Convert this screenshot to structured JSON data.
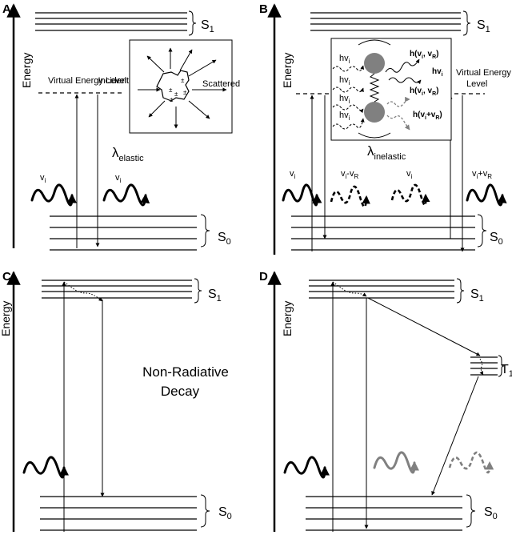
{
  "panels": {
    "A": {
      "label": "A",
      "axis": "Energy",
      "s1": "S",
      "s1_sub": "1",
      "s0": "S",
      "s0_sub": "0",
      "virtual_level": "Virtual Energy Level",
      "incident": "Incident",
      "scattered": "Scattered",
      "lambda": "λ",
      "lambda_sub": "elastic",
      "nu_left": "v",
      "nu_left_sub": "i",
      "nu_right": "v",
      "nu_right_sub": "i"
    },
    "B": {
      "label": "B",
      "axis": "Energy",
      "s1": "S",
      "s1_sub": "1",
      "s0": "S",
      "s0_sub": "0",
      "virtual_level_1": "Virtual Energy",
      "virtual_level_2": "Level",
      "lambda": "λ",
      "lambda_sub": "inelastic",
      "incoming": [
        "hv",
        "hv",
        "hv",
        "hv"
      ],
      "incoming_sub": "i",
      "out_1": "h(v",
      "out_1_a": "i",
      "out_1_b": ", v",
      "out_1_c": "R",
      "out_1_d": ")",
      "out_2": "hv",
      "out_2_sub": "i",
      "out_3_main": "h(v",
      "out_3_a": "i",
      "out_3_b": ", v",
      "out_3_c": "R",
      "out_3_d": ")",
      "out_4_main": "h(v",
      "out_4_a": "i",
      "out_4_b": "+v",
      "out_4_c": "R",
      "out_4_d": ")",
      "w1": "v",
      "w1_sub": "i",
      "w2": "v",
      "w2_sub": "i",
      "w2_b": "-v",
      "w2_c": "R",
      "w3": "v",
      "w3_sub": "i",
      "w4": "v",
      "w4_sub": "i",
      "w4_b": "+v",
      "w4_c": "R"
    },
    "C": {
      "label": "C",
      "axis": "Energy",
      "s1": "S",
      "s1_sub": "1",
      "s0": "S",
      "s0_sub": "0",
      "note_1": "Non-Radiative",
      "note_2": "Decay"
    },
    "D": {
      "label": "D",
      "axis": "Energy",
      "s1": "S",
      "s1_sub": "1",
      "t1": "T",
      "t1_sub": "1",
      "s0": "S",
      "s0_sub": "0"
    }
  },
  "colors": {
    "line": "#000000",
    "grey": "#808080",
    "atom": "#808080"
  }
}
